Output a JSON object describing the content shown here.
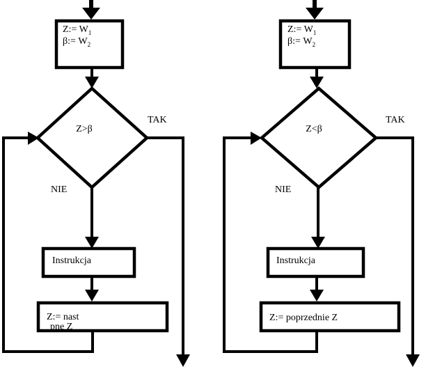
{
  "colors": {
    "ink": "#000000",
    "background": "#ffffff"
  },
  "flowcharts": [
    {
      "id": "left-loop-flowchart",
      "init_box": {
        "line1_text": "Z:= W",
        "line1_sub": "1",
        "line2_text": "β:= W",
        "line2_sub": "2"
      },
      "decision_label": "Z>β",
      "yes_label": "TAK",
      "no_label": "NIE",
      "instruction_label": "Instrukcja",
      "update_line1": "Z:= nast",
      "update_line2": "pne Z"
    },
    {
      "id": "right-loop-flowchart",
      "init_box": {
        "line1_text": "Z:= W",
        "line1_sub": "1",
        "line2_text": "β:= W",
        "line2_sub": "2"
      },
      "decision_label": "Z<β",
      "yes_label": "TAK",
      "no_label": "NIE",
      "instruction_label": "Instrukcja",
      "update_line1": "Z:= poprzednie Z",
      "update_line2": ""
    }
  ]
}
